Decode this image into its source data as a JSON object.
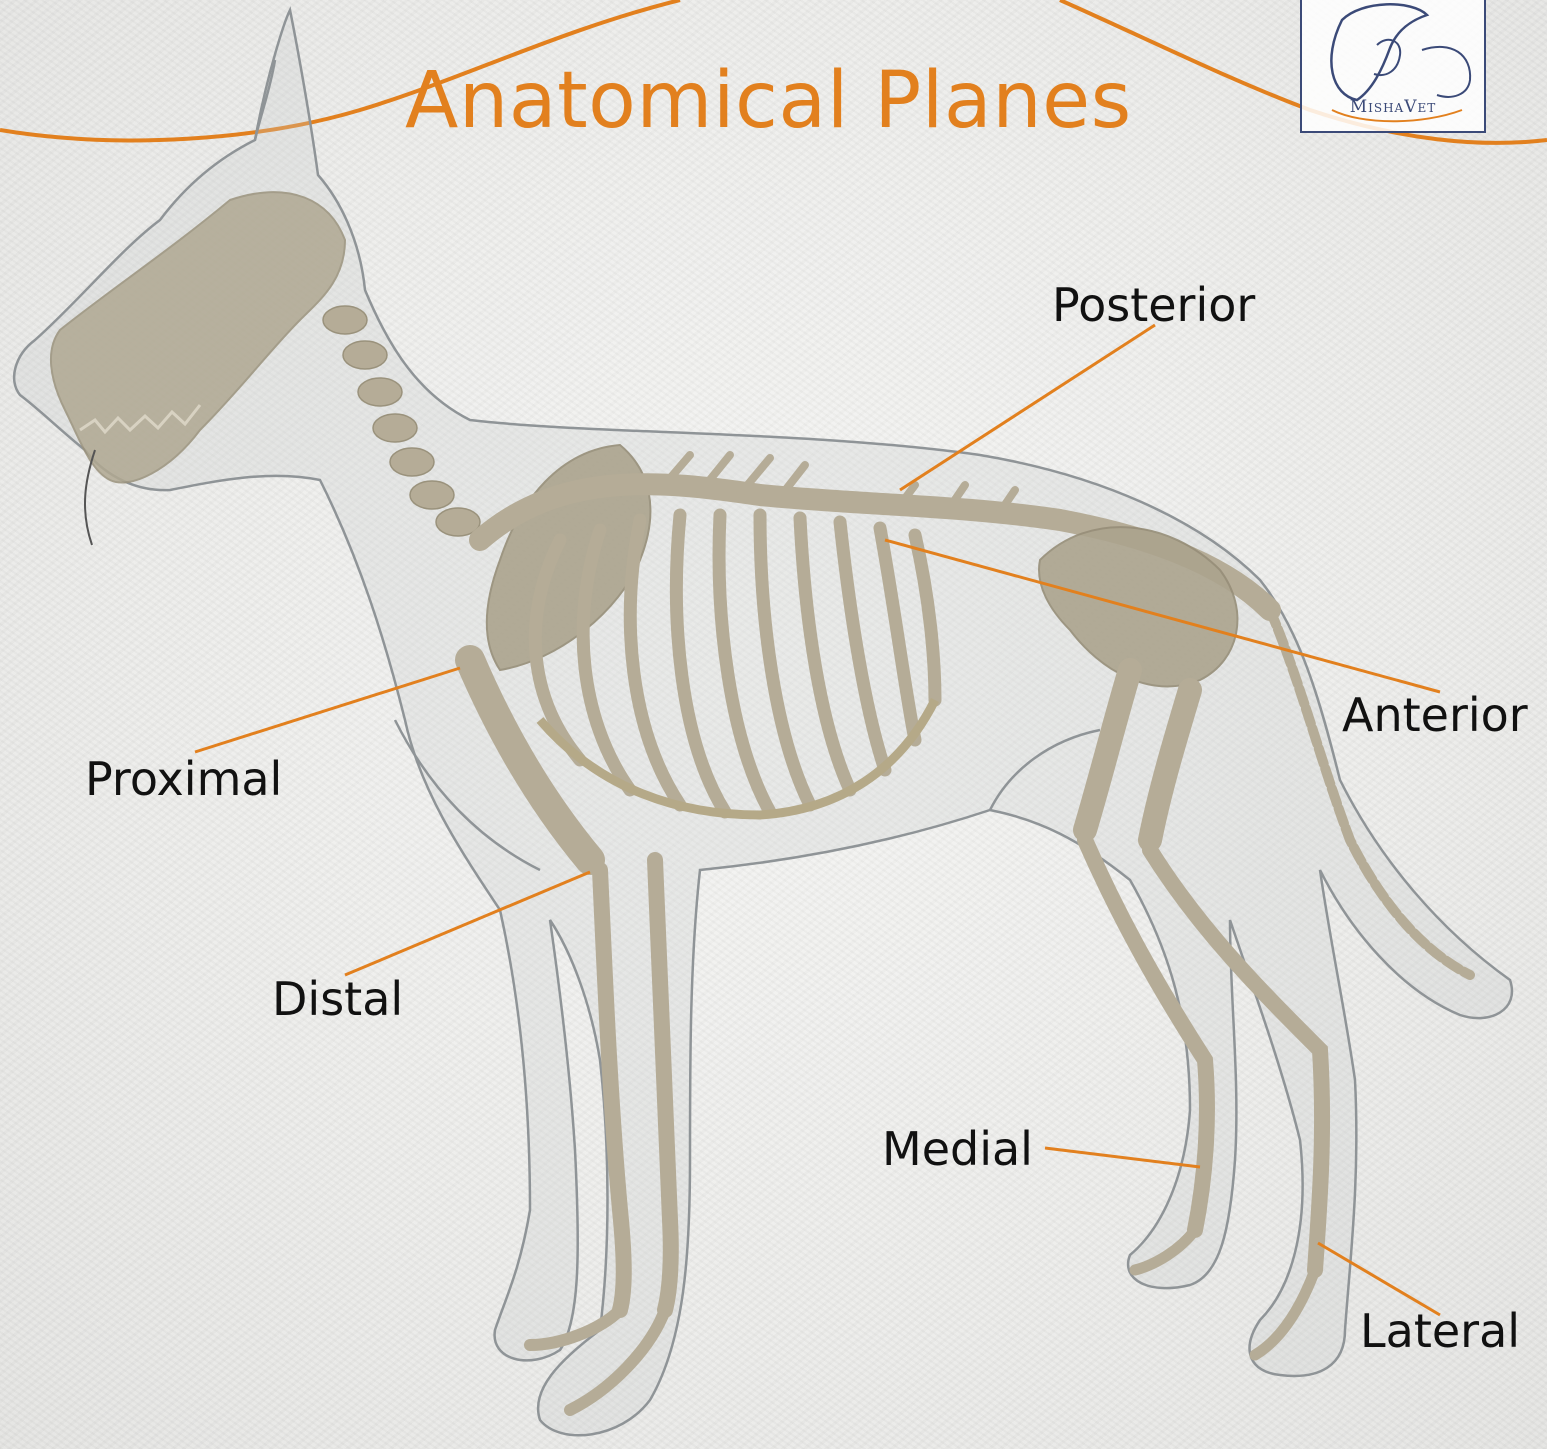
{
  "title": "Anatomical Planes",
  "labels": {
    "posterior": "Posterior",
    "anterior": "Anterior",
    "proximal": "Proximal",
    "distal": "Distal",
    "medial": "Medial",
    "lateral": "Lateral"
  },
  "logo": {
    "text": "MishaVet"
  },
  "colors": {
    "accent": "#e2801e",
    "logo_border": "#3b4a78",
    "bone": "#b5ac97",
    "outline": "#8f9497"
  }
}
